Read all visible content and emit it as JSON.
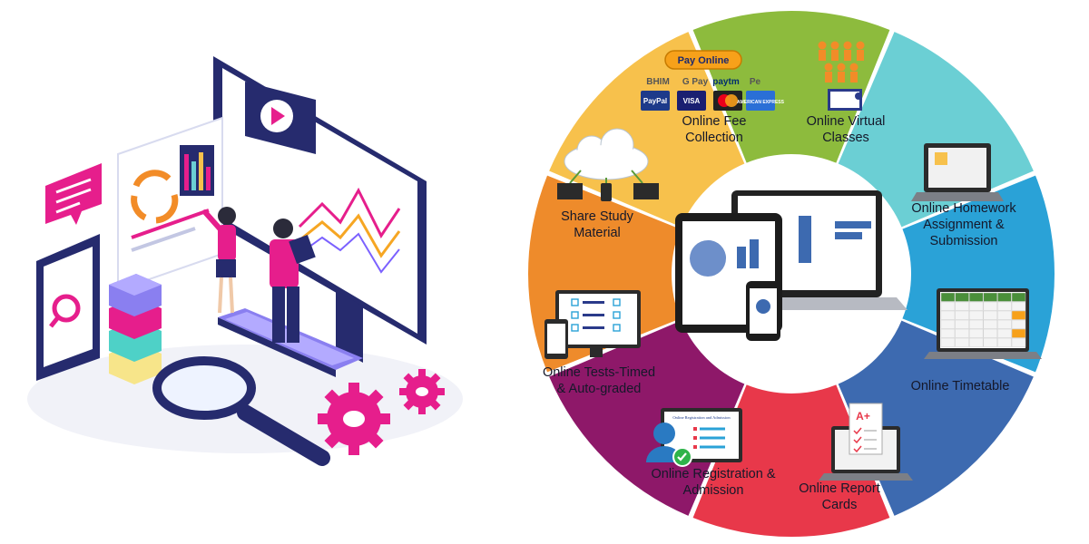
{
  "colors": {
    "fee": "#8dbb3d",
    "virtual": "#6bcfd4",
    "homework": "#2aa2d7",
    "timetable": "#3d6ab0",
    "reportcards": "#e8384a",
    "registration": "#8e1869",
    "tests": "#ee8b2b",
    "material": "#f7c14c",
    "monitor_frame": "#252a6b",
    "accent_pink": "#e61e8c"
  },
  "segments": [
    {
      "id": "fee",
      "lines": [
        "Online Fee",
        "Collection"
      ]
    },
    {
      "id": "virtual",
      "lines": [
        "Online Virtual",
        "Classes"
      ]
    },
    {
      "id": "homework",
      "lines": [
        "Online Homework",
        "Assignment &",
        "Submission"
      ]
    },
    {
      "id": "timetable",
      "lines": [
        "Online Timetable"
      ]
    },
    {
      "id": "reportcards",
      "lines": [
        "Online Report",
        "Cards"
      ]
    },
    {
      "id": "registration",
      "lines": [
        "Online Registration &",
        "Admission"
      ]
    },
    {
      "id": "tests",
      "lines": [
        "Online Tests-Timed",
        "& Auto-graded"
      ]
    },
    {
      "id": "material",
      "lines": [
        "Share Study",
        "Material"
      ]
    }
  ],
  "payment": {
    "button": "Pay Online",
    "row1": [
      "BHIM",
      "G Pay",
      "paytm",
      "Pe"
    ],
    "row2": [
      "PayPal",
      "VISA",
      "",
      "AMERICAN EXPRESS"
    ]
  },
  "report_grade": "A+",
  "registration_form_title": "Online Registration and Admission",
  "icons": [
    "illustration-monitor-icon",
    "play-icon",
    "chat-bubble-icon",
    "phone-icon",
    "magnifier-icon",
    "gear-icon",
    "recycle-icon",
    "keyboard-icon",
    "stacked-blocks-icon",
    "cloud-icon",
    "presenter-icon",
    "laptop-icon",
    "checklist-icon",
    "checkmark-icon",
    "report-card-icon"
  ]
}
